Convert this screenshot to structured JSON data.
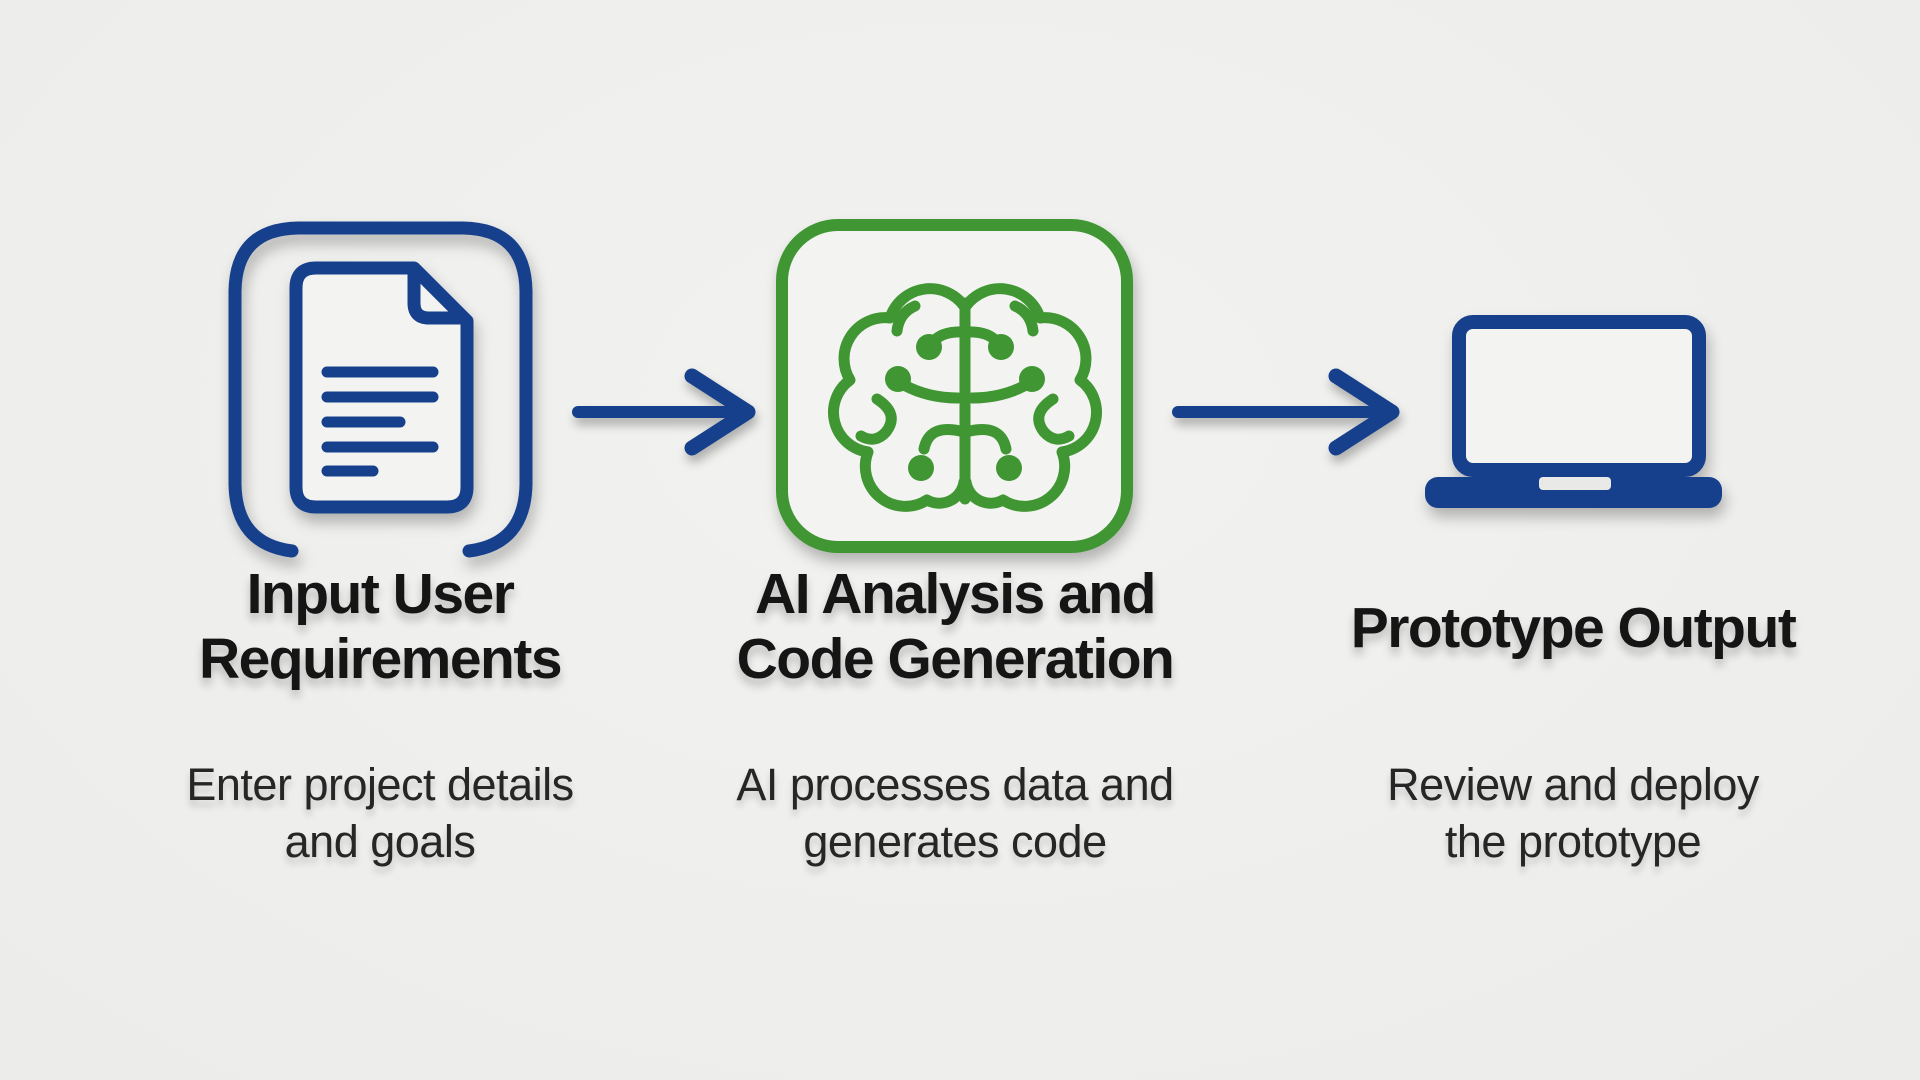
{
  "colors": {
    "blue": "#16408c",
    "green": "#3f9632",
    "heading": "#151515",
    "body_text": "#262626",
    "page_bg": "#ededeb"
  },
  "diagram": {
    "type": "process-flow",
    "direction": "left-to-right",
    "steps": [
      {
        "icon": "document-icon",
        "title_lines": [
          "Input User",
          "Requirements"
        ],
        "description_lines": [
          "Enter project details",
          "and goals"
        ]
      },
      {
        "icon": "brain-circuit-icon",
        "title_lines": [
          "AI Analysis and",
          "Code Generation"
        ],
        "description_lines": [
          "AI processes data and",
          "generates code"
        ]
      },
      {
        "icon": "laptop-icon",
        "title_lines": [
          "Prototype Output"
        ],
        "description_lines": [
          "Review and deploy",
          "the prototype"
        ]
      }
    ],
    "connectors": [
      {
        "icon": "arrow-right-icon"
      },
      {
        "icon": "arrow-right-icon"
      }
    ]
  }
}
